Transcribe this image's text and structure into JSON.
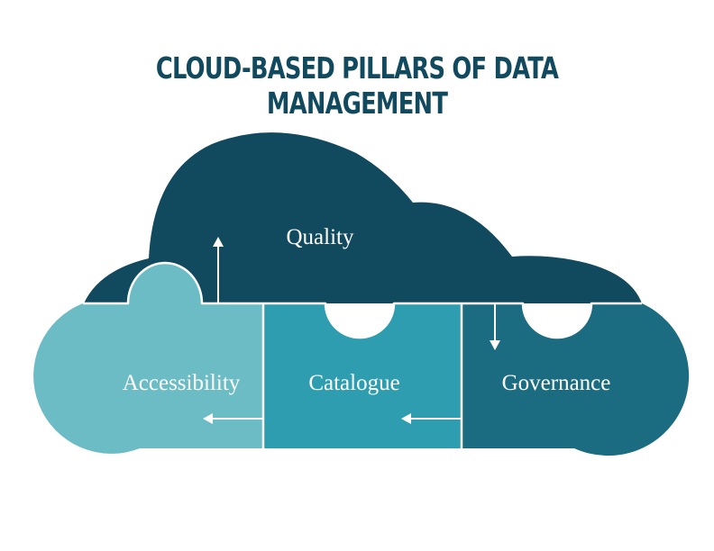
{
  "title": "CLOUD-BASED PILLARS OF DATA MANAGEMENT",
  "pillars": {
    "quality": "Quality",
    "accessibility": "Accessibility",
    "catalogue": "Catalogue",
    "governance": "Governance"
  },
  "colors": {
    "title": "#114a5e",
    "quality": "#114a5e",
    "accessibility": "#6cbcc5",
    "catalogue": "#2e9db0",
    "governance": "#1b6c81",
    "connector": "#ffffff"
  }
}
